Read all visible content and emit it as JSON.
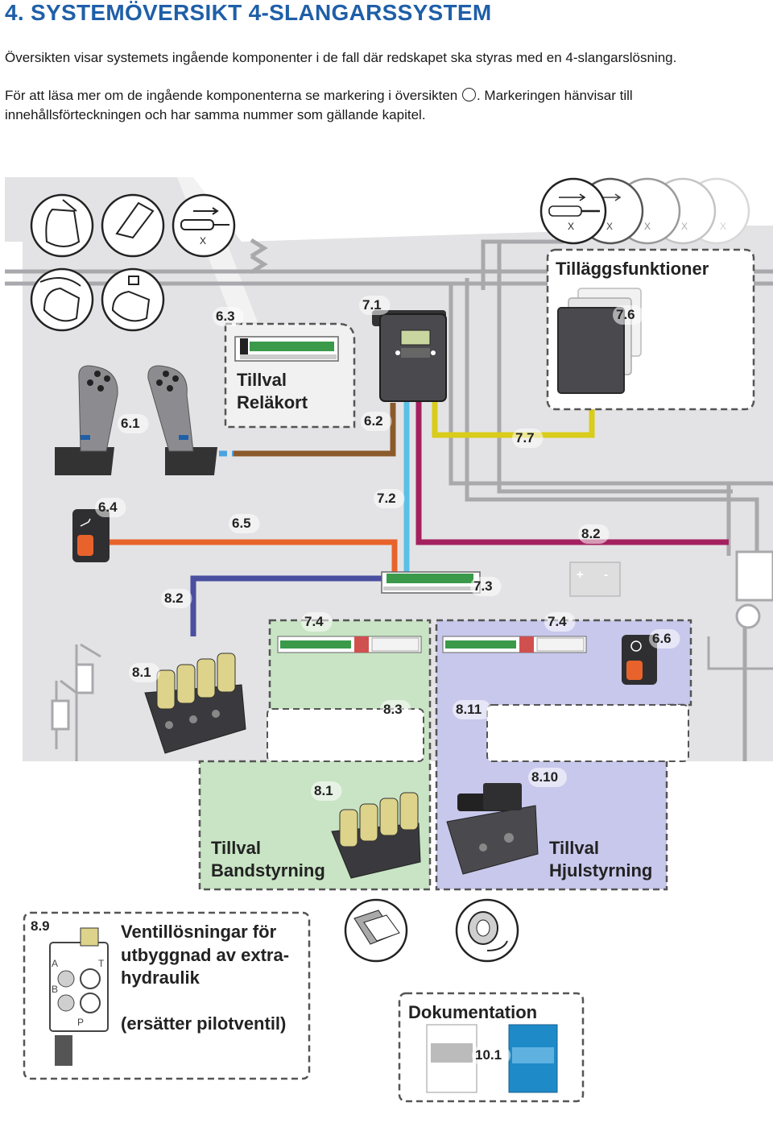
{
  "header": {
    "number": "4.",
    "title": "SYSTEMÖVERSIKT 4-SLANGARSSYSTEM",
    "intro": "Översikten visar systemets ingående komponenter i de fall där redskapet ska styras med en 4-slangarslösning.",
    "ref_before": "För att läsa mer om de ingående komponenterna se markering i översikten",
    "ref_after": ". Markeringen hänvisar till",
    "ref_line2": "innehållsförteckningen och har samma nummer som gällande kapitel."
  },
  "boxes": {
    "tillaggsfunktioner": "Tilläggsfunktioner",
    "relakort_1": "Tillval",
    "relakort_2": "Reläkort",
    "bandstyrning_1": "Tillval",
    "bandstyrning_2": "Bandstyrning",
    "hjulstyrning_1": "Tillval",
    "hjulstyrning_2": "Hjulstyrning",
    "extra_1": "Ventillösningar för",
    "extra_2": "utbyggnad av extra-",
    "extra_3": "hydraulik",
    "extra_4": "(ersätter pilotventil)",
    "dokumentation": "Dokumentation"
  },
  "labels": {
    "l6_3": "6.3",
    "l7_1": "7.1",
    "l7_6": "7.6",
    "l6_1": "6.1",
    "l6_2": "6.2",
    "l7_7": "7.7",
    "l6_4": "6.4",
    "l6_5": "6.5",
    "l7_2": "7.2",
    "l8_2a": "8.2",
    "l8_2b": "8.2",
    "l7_3": "7.3",
    "l7_4a": "7.4",
    "l7_4b": "7.4",
    "l6_6": "6.6",
    "l8_1a": "8.1",
    "l8_3": "8.3",
    "l8_11": "8.11",
    "l8_1b": "8.1",
    "l8_10": "8.10",
    "l8_9": "8.9",
    "l10_1": "10.1"
  },
  "icons": {
    "cylinder_x": "X",
    "valve_ports": [
      "B",
      "A",
      "T",
      "P"
    ],
    "battery_plus": "+",
    "battery_minus": "-"
  },
  "colors": {
    "heading": "#1f5fa8",
    "cable_orange": "#e8632b",
    "cable_blue": "#4a4fa0",
    "cable_lightblue": "#5ac0e8",
    "cable_magenta": "#a4205f",
    "cable_yellow": "#d9cc1a",
    "cable_brown": "#8b5a2b",
    "cable_midblue": "#2a78c8",
    "machine_grey": "#e3e3e5",
    "green_box": "#c8e4c4",
    "purple_box": "#c8c8ec"
  }
}
